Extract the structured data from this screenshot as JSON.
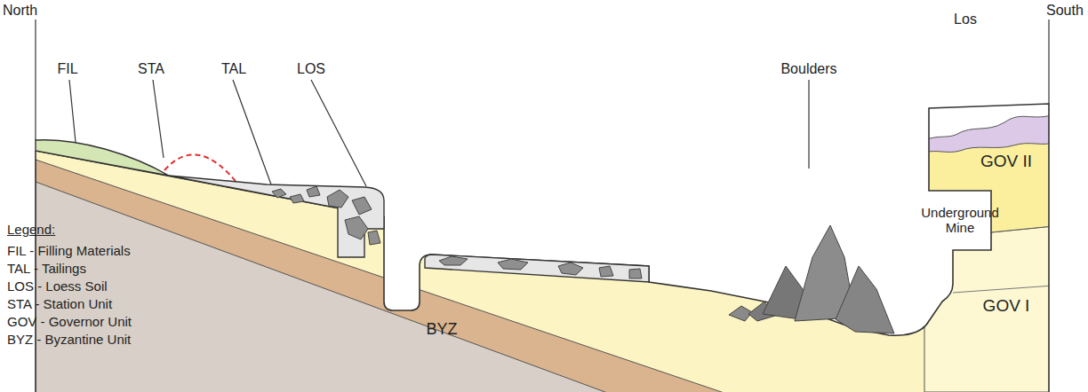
{
  "diagram": {
    "labels": [
      "North",
      "South",
      "FIL",
      "STA",
      "TAL",
      "LOS",
      "Boulders",
      "Los",
      "GOV II",
      "Underground Mine",
      "GOV I",
      "BYZ",
      "Legend:"
    ],
    "legend": [
      {
        "text": "FIL - Filling Materials"
      },
      {
        "text": "TAL - Tailings"
      },
      {
        "text": "LOS - Loess Soil"
      },
      {
        "text": "STA - Station Unit"
      },
      {
        "text": "GOV - Governor Unit"
      },
      {
        "text": "BYZ - Byzantine Unit"
      }
    ]
  }
}
